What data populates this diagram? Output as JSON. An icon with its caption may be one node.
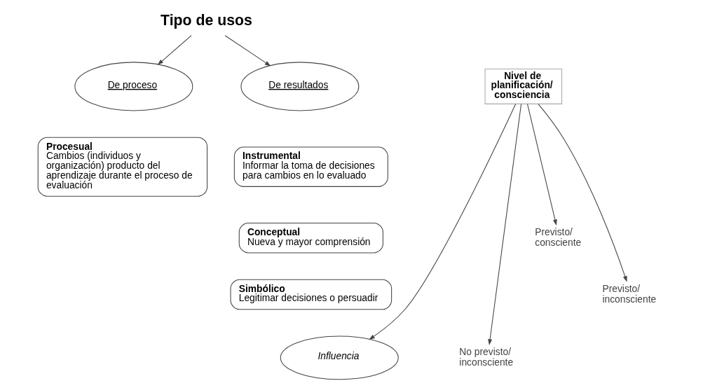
{
  "diagram": {
    "nodes": [
      {
        "text": [
          "Tipo de usos"
        ]
      },
      {
        "text": [
          "De resultados"
        ]
      },
      {
        "text": [
          "De proceso"
        ]
      },
      {
        "text": [
          "Instrumental",
          "Informar la toma de decisiones para cambios en lo evaluado"
        ]
      },
      {
        "text": [
          "Conceptual",
          "Nueva y mayor comprensión"
        ]
      },
      {
        "text": [
          "Simbólico",
          "Legitimar decisiones o persuadir"
        ]
      },
      {
        "text": [
          "Procesual",
          "Cambios (individuos y organización) producto del aprendizaje durante el proceso de evaluación"
        ]
      },
      {
        "text": [
          "Nivel de planificación/ consciencia"
        ]
      },
      {
        "text": [
          "Previsto/ consciente"
        ]
      },
      {
        "text": [
          "Previsto/ inconsciente"
        ]
      },
      {
        "text": [
          "No previsto/ inconsciente"
        ]
      },
      {
        "text": [
          "Influencia"
        ]
      }
    ],
    "edges": [
      {
        "from": 0,
        "to": 1,
        "arrow": "to"
      },
      {
        "from": 0,
        "to": 2,
        "arrow": "to"
      },
      {
        "from": 7,
        "to": 8,
        "arrow": "to"
      },
      {
        "from": 7,
        "to": 9,
        "arrow": "to"
      },
      {
        "from": 7,
        "to": 10,
        "arrow": "to"
      },
      {
        "from": 7,
        "to": 11,
        "arrow": "to"
      }
    ]
  }
}
